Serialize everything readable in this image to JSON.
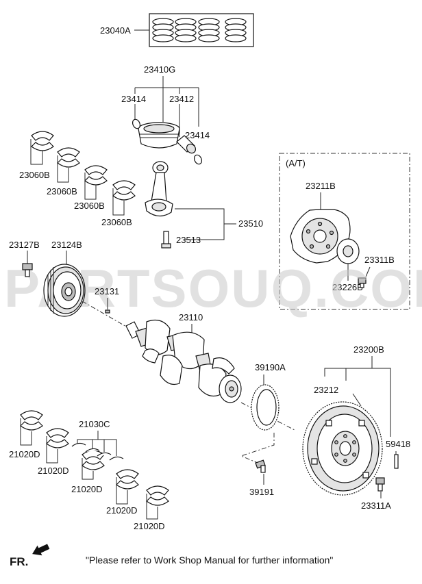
{
  "labels": {
    "p23040A": "23040A",
    "p23410G": "23410G",
    "p23414a": "23414",
    "p23412": "23412",
    "p23414b": "23414",
    "p23060B_1": "23060B",
    "p23060B_2": "23060B",
    "p23060B_3": "23060B",
    "p23060B_4": "23060B",
    "p23510": "23510",
    "p23513": "23513",
    "at": "(A/T)",
    "p23211B": "23211B",
    "p23311B": "23311B",
    "p23226B": "23226B",
    "p23127B": "23127B",
    "p23124B": "23124B",
    "p23131": "23131",
    "p23110": "23110",
    "p39190A": "39190A",
    "p23200B": "23200B",
    "p23212": "23212",
    "p59418": "59418",
    "p21030C": "21030C",
    "p21020D_1": "21020D",
    "p21020D_2": "21020D",
    "p21020D_3": "21020D",
    "p21020D_4": "21020D",
    "p21020D_5": "21020D",
    "p39191": "39191",
    "p23311A": "23311A"
  },
  "watermark": "PARTSOUQ.COM",
  "footer": {
    "fr": "FR.",
    "note": "\"Please refer to Work Shop Manual for further information\""
  },
  "icons": {
    "direction": "front-arrow-icon"
  }
}
